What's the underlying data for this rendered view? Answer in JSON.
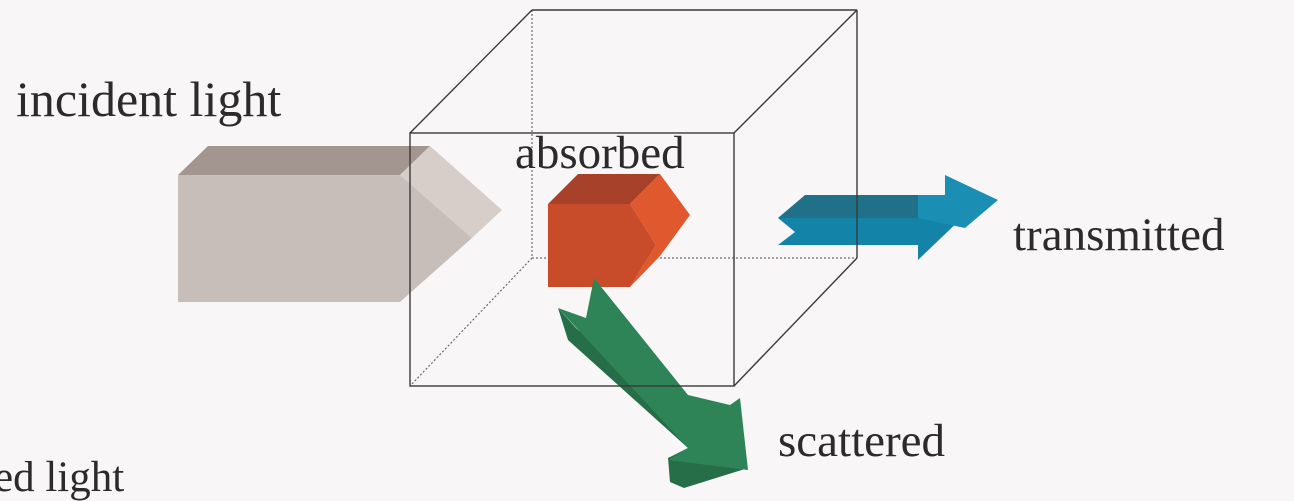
{
  "labels": {
    "incident": "incident light",
    "absorbed": "absorbed",
    "transmitted": "transmitted",
    "scattered": "scattered",
    "cutoff": "ed light"
  },
  "colors": {
    "background": "#f8f6f7",
    "outline": "#3a3a3a",
    "incident_front": "#c7bdb9",
    "incident_top": "#a39590",
    "absorbed_front": "#c84c2a",
    "absorbed_top": "#a8412a",
    "absorbed_side": "#e0582e",
    "transmitted_front": "#1384a8",
    "transmitted_top": "#20708a",
    "scattered_front": "#2e8457",
    "scattered_side": "#256e48"
  }
}
